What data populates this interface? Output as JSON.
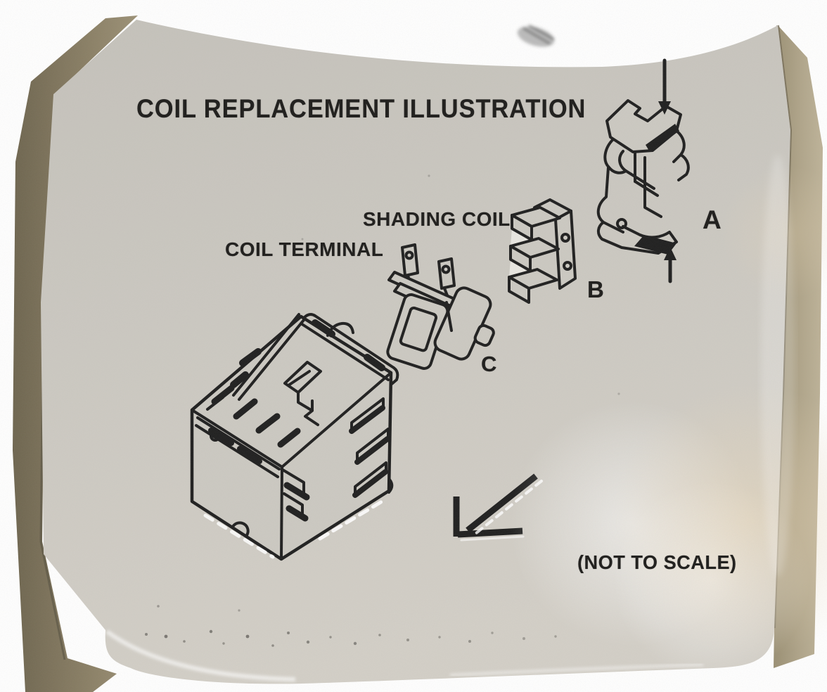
{
  "photo": {
    "title": "COIL REPLACEMENT ILLUSTRATION",
    "annotations": {
      "shading_coil": "SHADING COIL",
      "coil_terminal": "COIL TERMINAL",
      "not_to_scale": "(NOT TO SCALE)"
    },
    "part_labels": {
      "a": "A",
      "b": "B",
      "c": "C"
    },
    "colors": {
      "background": "#ffffff",
      "box_face": "#cbc8c1",
      "box_face_shadow": "#c3c0b8",
      "box_face_glare": "#e4ddd0",
      "cardboard_left_dark": "#6e654f",
      "cardboard_left_light": "#9c9176",
      "cardboard_right": "#b0a58a",
      "ink": "#1f1f1f"
    }
  }
}
